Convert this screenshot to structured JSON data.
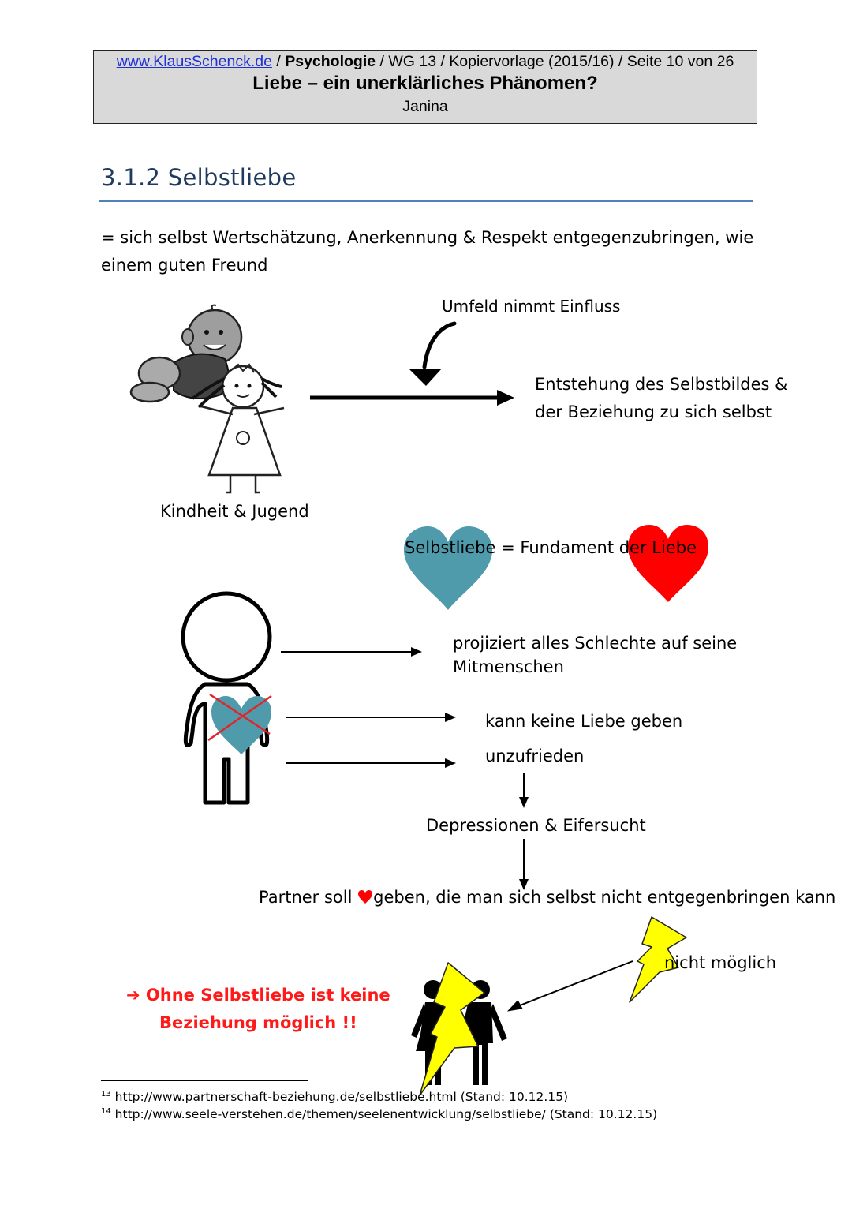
{
  "header": {
    "site_link": "www.KlausSchenck.de",
    "sep1": " / ",
    "subject": "Psychologie",
    "rest": " / WG 13 / Kopiervorlage (2015/16) / Seite 10 von 26",
    "title": "Liebe – ein unerklärliches Phänomen?",
    "author": "Janina"
  },
  "section": {
    "title": "3.1.2 Selbstliebe",
    "definition": "= sich selbst Wertschätzung, Anerkennung & Respekt entgegenzubringen, wie einem guten Freund"
  },
  "diagram1": {
    "influence_label": "Umfeld nimmt Einfluss",
    "result_line1": "Entstehung des Selbstbildes &",
    "result_line2": "der Beziehung zu sich selbst",
    "childhood_label": "Kindheit & Jugend"
  },
  "foundation": {
    "part1": "Selbstliebe",
    "part2": " = Fundament de",
    "part3": "r Liebe",
    "heart_color_self": "#4f9aab",
    "heart_color_love": "#ff0000"
  },
  "effects": {
    "projects_line1": "projiziert alles Schlechte auf seine",
    "projects_line2": "Mitmenschen",
    "no_love": "kann keine Liebe geben",
    "unhappy": "unzufrieden",
    "consequence": "Depressionen & Eifersucht",
    "partner_before": "Partner soll ",
    "partner_after": "geben, die man sich selbst nicht entgegenbringen kann",
    "not_possible": "nicht möglich"
  },
  "conclusion": {
    "line1": "➔ Ohne Selbstliebe ist keine",
    "line2": "Beziehung möglich !!"
  },
  "footnotes": [
    {
      "num": "13",
      "text": " http://www.partnerschaft-beziehung.de/selbstliebe.html (Stand: 10.12.15)"
    },
    {
      "num": "14",
      "text": " http://www.seele-verstehen.de/themen/seelenentwicklung/selbstliebe/ (Stand: 10.12.15)"
    }
  ]
}
